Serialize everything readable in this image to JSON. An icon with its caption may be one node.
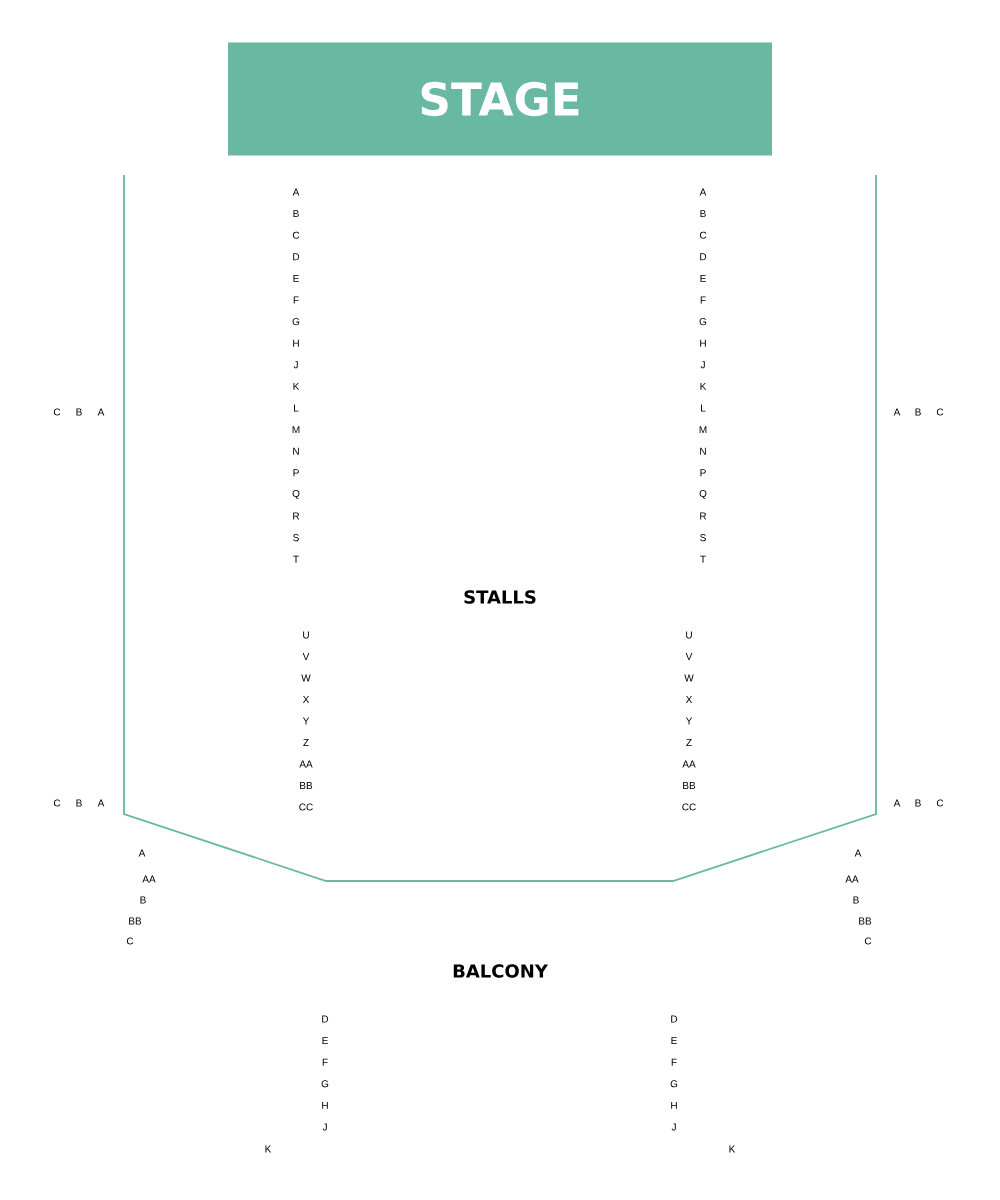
{
  "diagram": {
    "nodes": [
      {
        "text": [
          "STAGE"
        ]
      }
    ],
    "labels": [
      "A",
      "A",
      "B",
      "B",
      "C",
      "C",
      "D",
      "D",
      "E",
      "E",
      "F",
      "F",
      "G",
      "G",
      "H",
      "H",
      "J",
      "J",
      "K",
      "K",
      "L",
      "L",
      "C",
      "B",
      "A",
      "A",
      "B",
      "C",
      "M",
      "M",
      "N",
      "N",
      "P",
      "P",
      "Q",
      "Q",
      "R",
      "R",
      "S",
      "S",
      "T",
      "T",
      "STALLS",
      "U",
      "U",
      "V",
      "V",
      "W",
      "W",
      "X",
      "X",
      "Y",
      "Y",
      "Z",
      "Z",
      "AA",
      "AA",
      "BB",
      "BB",
      "CC",
      "CC",
      "C",
      "B",
      "A",
      "A",
      "B",
      "C",
      "A",
      "A",
      "AA",
      "AA",
      "B",
      "B",
      "BB",
      "BB",
      "C",
      "C",
      "BALCONY",
      "D",
      "D",
      "E",
      "E",
      "F",
      "F",
      "G",
      "G",
      "H",
      "H",
      "J",
      "J",
      "K",
      "K"
    ]
  }
}
